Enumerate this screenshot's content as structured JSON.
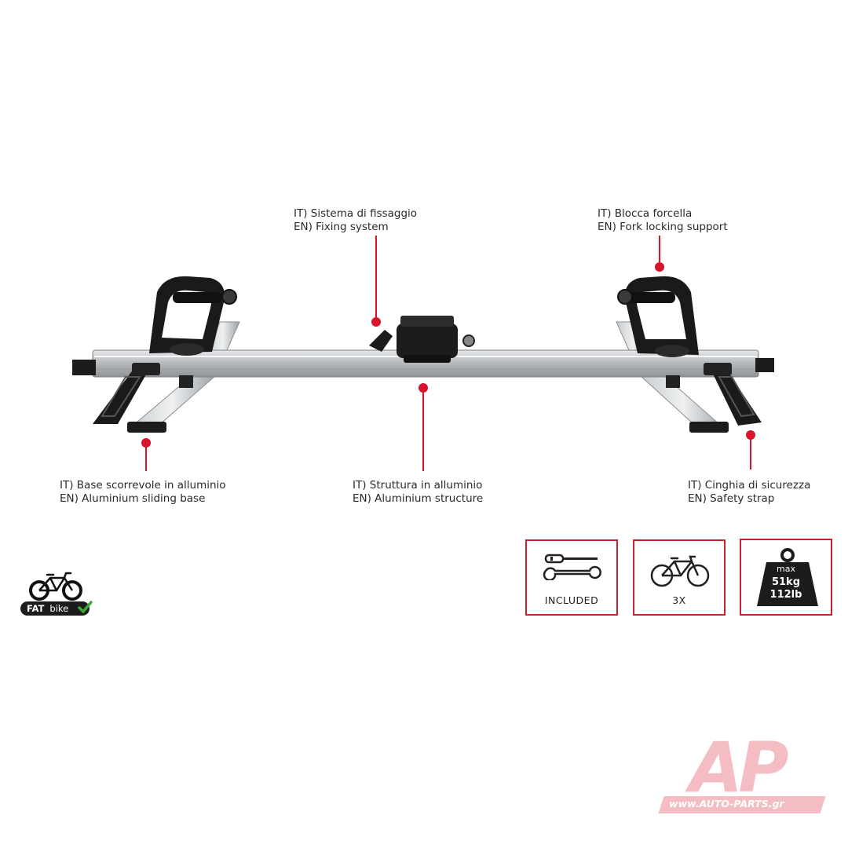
{
  "callouts": {
    "fixing": {
      "it": "IT) Sistema di fissaggio",
      "en": "EN) Fixing system"
    },
    "fork": {
      "it": "IT) Blocca forcella",
      "en": "EN) Fork locking support"
    },
    "base": {
      "it": "IT) Base scorrevole in alluminio",
      "en": "EN) Aluminium sliding base"
    },
    "structure": {
      "it": "IT) Struttura in alluminio",
      "en": "EN) Aluminium structure"
    },
    "strap": {
      "it": "IT) Cinghia di sicurezza",
      "en": "EN) Safety strap"
    }
  },
  "badges": {
    "tools": {
      "label": "INCLUDED",
      "icon": "tools-icon"
    },
    "bikes": {
      "label": "3X",
      "icon": "bicycle-icon"
    },
    "weight": {
      "max": "max",
      "kg": "51kg",
      "lb": "112lb",
      "icon": "weight-icon"
    }
  },
  "fatbike": {
    "fat": "FAT",
    "bike": "bike"
  },
  "watermark": {
    "logo": "AP",
    "url": "www.AUTO-PARTS.gr"
  },
  "colors": {
    "accent": "#d9142b",
    "frame": "#b5b8bb",
    "dark": "#1c1c1c"
  }
}
